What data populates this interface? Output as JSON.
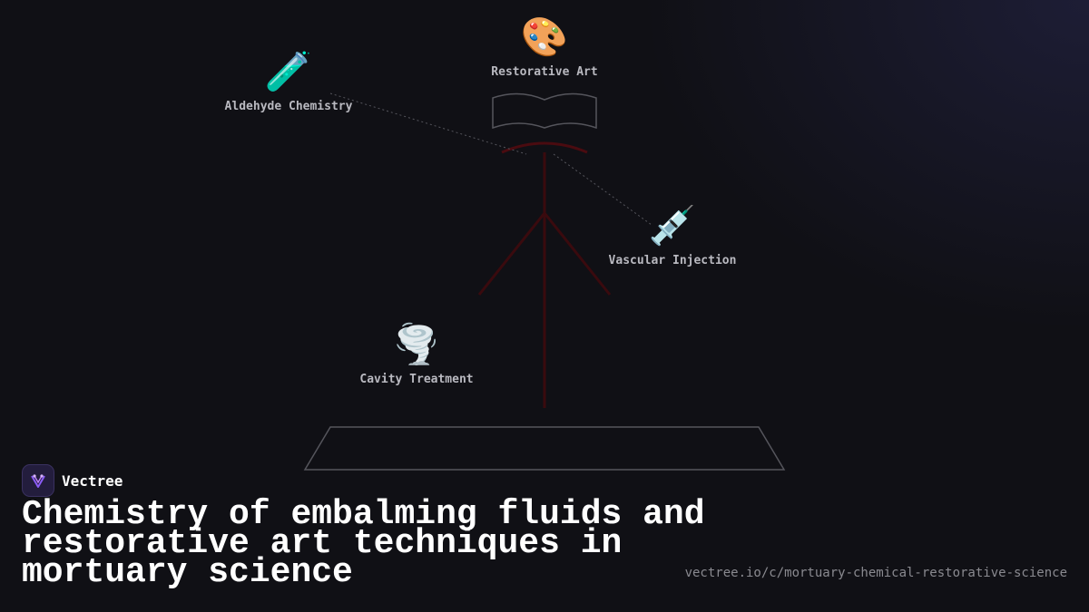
{
  "diagram": {
    "nodes": [
      {
        "id": "aldehyde",
        "label": "Aldehyde Chemistry",
        "icon": "test-tube-icon",
        "glyph": "🧪"
      },
      {
        "id": "restorative",
        "label": "Restorative Art",
        "icon": "palette-icon",
        "glyph": "🎨"
      },
      {
        "id": "vascular",
        "label": "Vascular Injection",
        "icon": "syringe-icon",
        "glyph": "💉"
      },
      {
        "id": "cavity",
        "label": "Cavity Treatment",
        "icon": "tornado-icon",
        "glyph": "🌪️"
      }
    ]
  },
  "brand": {
    "name": "Vectree",
    "logo_icon": "vectree-logo-icon",
    "accent": "#8b5cf6"
  },
  "title": "Chemistry of embalming fluids and restorative art techniques in mortuary science",
  "url": "vectree.io/c/mortuary-chemical-restorative-science",
  "colors": {
    "background": "#101015",
    "accent_red": "#3a0a0e",
    "outline": "#55555c"
  }
}
